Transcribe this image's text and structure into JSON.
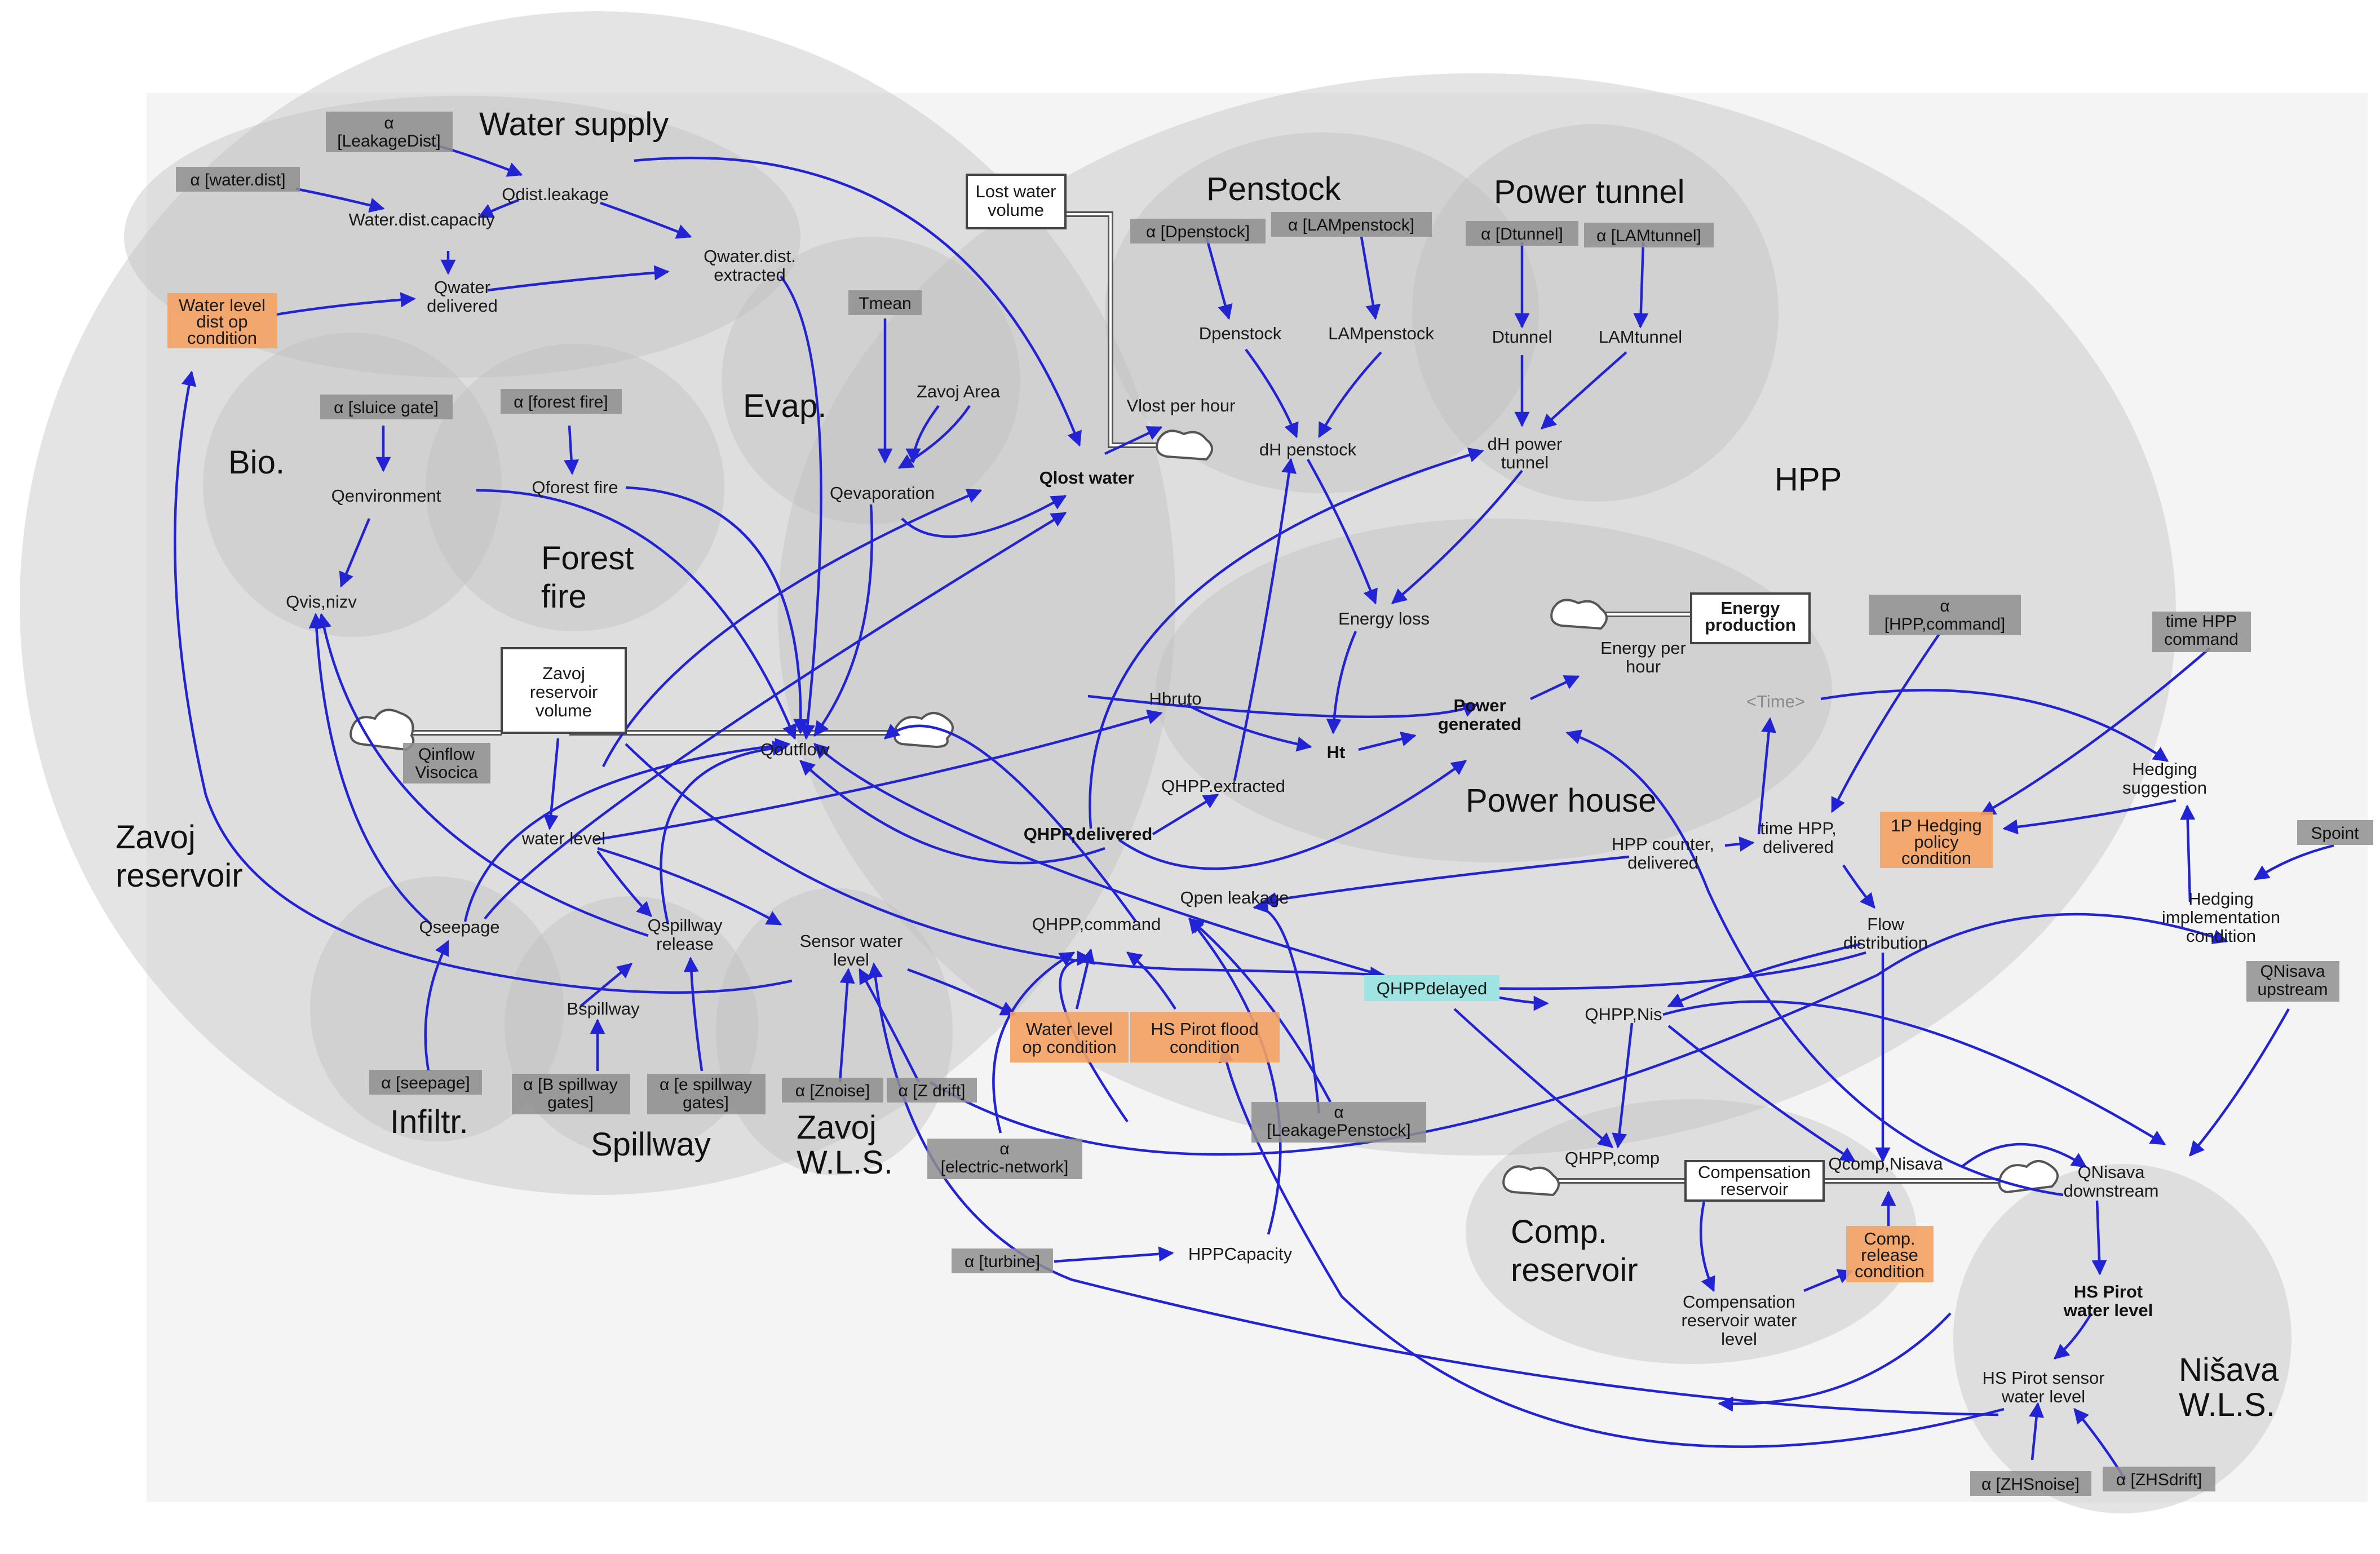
{
  "regions": {
    "zavoj_reservoir": "Zavoj\nreservoir",
    "water_supply": "Water supply",
    "bio": "Bio.",
    "forest_fire": "Forest\nfire",
    "evap": "Evap.",
    "penstock": "Penstock",
    "power_tunnel": "Power tunnel",
    "hpp": "HPP",
    "power_house": "Power house",
    "infiltr": "Infiltr.",
    "spillway": "Spillway",
    "zavoj_wls": "Zavoj\nW.L.S.",
    "comp_reservoir": "Comp.\nreservoir",
    "nisava_wls": "Nišava\nW.L.S."
  },
  "params": {
    "leakage_dist": "α\n[LeakageDist]",
    "water_dist": "α [water.dist]",
    "tmean": "Tmean",
    "d_penstock": "α [Dpenstock]",
    "lam_penstock": "α [LAMpenstock]",
    "d_tunnel": "α [Dtunnel]",
    "lam_tunnel": "α [LAMtunnel]",
    "sluice_gate": "α [sluice gate]",
    "forest_fire": "α [forest fire]",
    "qinflow": "Qinflow\nVisocica",
    "hpp_command": "α\n[HPP,command]",
    "time_hpp_command": "time HPP\ncommand",
    "spoint": "Spoint",
    "qnisava_upstream": "QNisava\nupstream",
    "seepage": "α [seepage]",
    "b_spillway": "α [B spillway\ngates]",
    "e_spillway": "α [e spillway\ngates]",
    "znoise": "α [Znoise]",
    "zdrift": "α [Z drift]",
    "electric_network": "α\n[electric-network]",
    "leakage_penstock": "α\n[LeakagePenstock]",
    "turbine": "α [turbine]",
    "zhs_noise": "α [ZHSnoise]",
    "zhs_drift": "α [ZHSdrift]"
  },
  "conditions": {
    "water_level_dist": "Water level\ndist op\ncondition",
    "hedging_policy": "1P Hedging\npolicy\ncondition",
    "water_level_op": "Water level\nop condition",
    "hs_pirot_flood": "HS Pirot flood\ncondition",
    "comp_release": "Comp.\nrelease\ncondition"
  },
  "stocks": {
    "lost_water_volume": "Lost water\nvolume",
    "energy_production": "Energy\nproduction",
    "zavoj_reservoir_volume": "Zavoj\nreservoir\nvolume",
    "compensation_reservoir": "Compensation\nreservoir"
  },
  "variables": {
    "qdist_leakage": "Qdist.leakage",
    "water_dist_capacity": "Water.dist.capacity",
    "qwater_delivered": "Qwater\ndelivered",
    "qwater_dist_extracted": "Qwater.dist.\nextracted",
    "zavoj_area": "Zavoj Area",
    "vlost_per_hour": "Vlost per hour",
    "qevaporation": "Qevaporation",
    "qlost_water": "Qlost water",
    "dpenstock": "Dpenstock",
    "lampenstock": "LAMpenstock",
    "dtunnel": "Dtunnel",
    "lamtunnel": "LAMtunnel",
    "dh_penstock": "dH penstock",
    "dh_power_tunnel": "dH power\ntunnel",
    "qenvironment": "Qenvironment",
    "qforest_fire": "Qforest fire",
    "qvis_nizv": "Qvis,nizv",
    "energy_loss": "Energy loss",
    "energy_per_hour": "Energy per\nhour",
    "hbruto": "Hbruto",
    "ht": "Ht",
    "power_generated": "Power\ngenerated",
    "time": "<Time>",
    "qoutflow": "Qoutflow",
    "qhpp_extracted": "QHPP.extracted",
    "water_level": "water level",
    "qhpp_delivered": "QHPP,delivered",
    "hpp_counter": "HPP counter,\ndelivered",
    "time_hpp_delivered": "time HPP,\ndelivered",
    "hedging_suggestion": "Hedging\nsuggestion",
    "qseepage": "Qseepage",
    "qspillway_release": "Qspillway\nrelease",
    "sensor_water_level": "Sensor water\nlevel",
    "qhpp_command": "QHPP,command",
    "qpen_leakage": "Qpen leakage",
    "flow_distribution": "Flow\ndistribution",
    "hedging_implementation": "Hedging\nimplementation\ncondition",
    "bspillway": "Bspillway",
    "qhpp_delayed": "QHPPdelayed",
    "qhpp_nis": "QHPP,Nis",
    "qhpp_comp": "QHPP,comp",
    "qcomp_nisava": "Qcomp,Nisava",
    "qnisava_downstream": "QNisava\ndownstream",
    "hpp_capacity": "HPPCapacity",
    "compensation_reservoir_level": "Compensation\nreservoir water\nlevel",
    "hs_pirot_water_level": "HS Pirot\nwater level",
    "hs_pirot_sensor": "HS Pirot sensor\nwater level"
  }
}
